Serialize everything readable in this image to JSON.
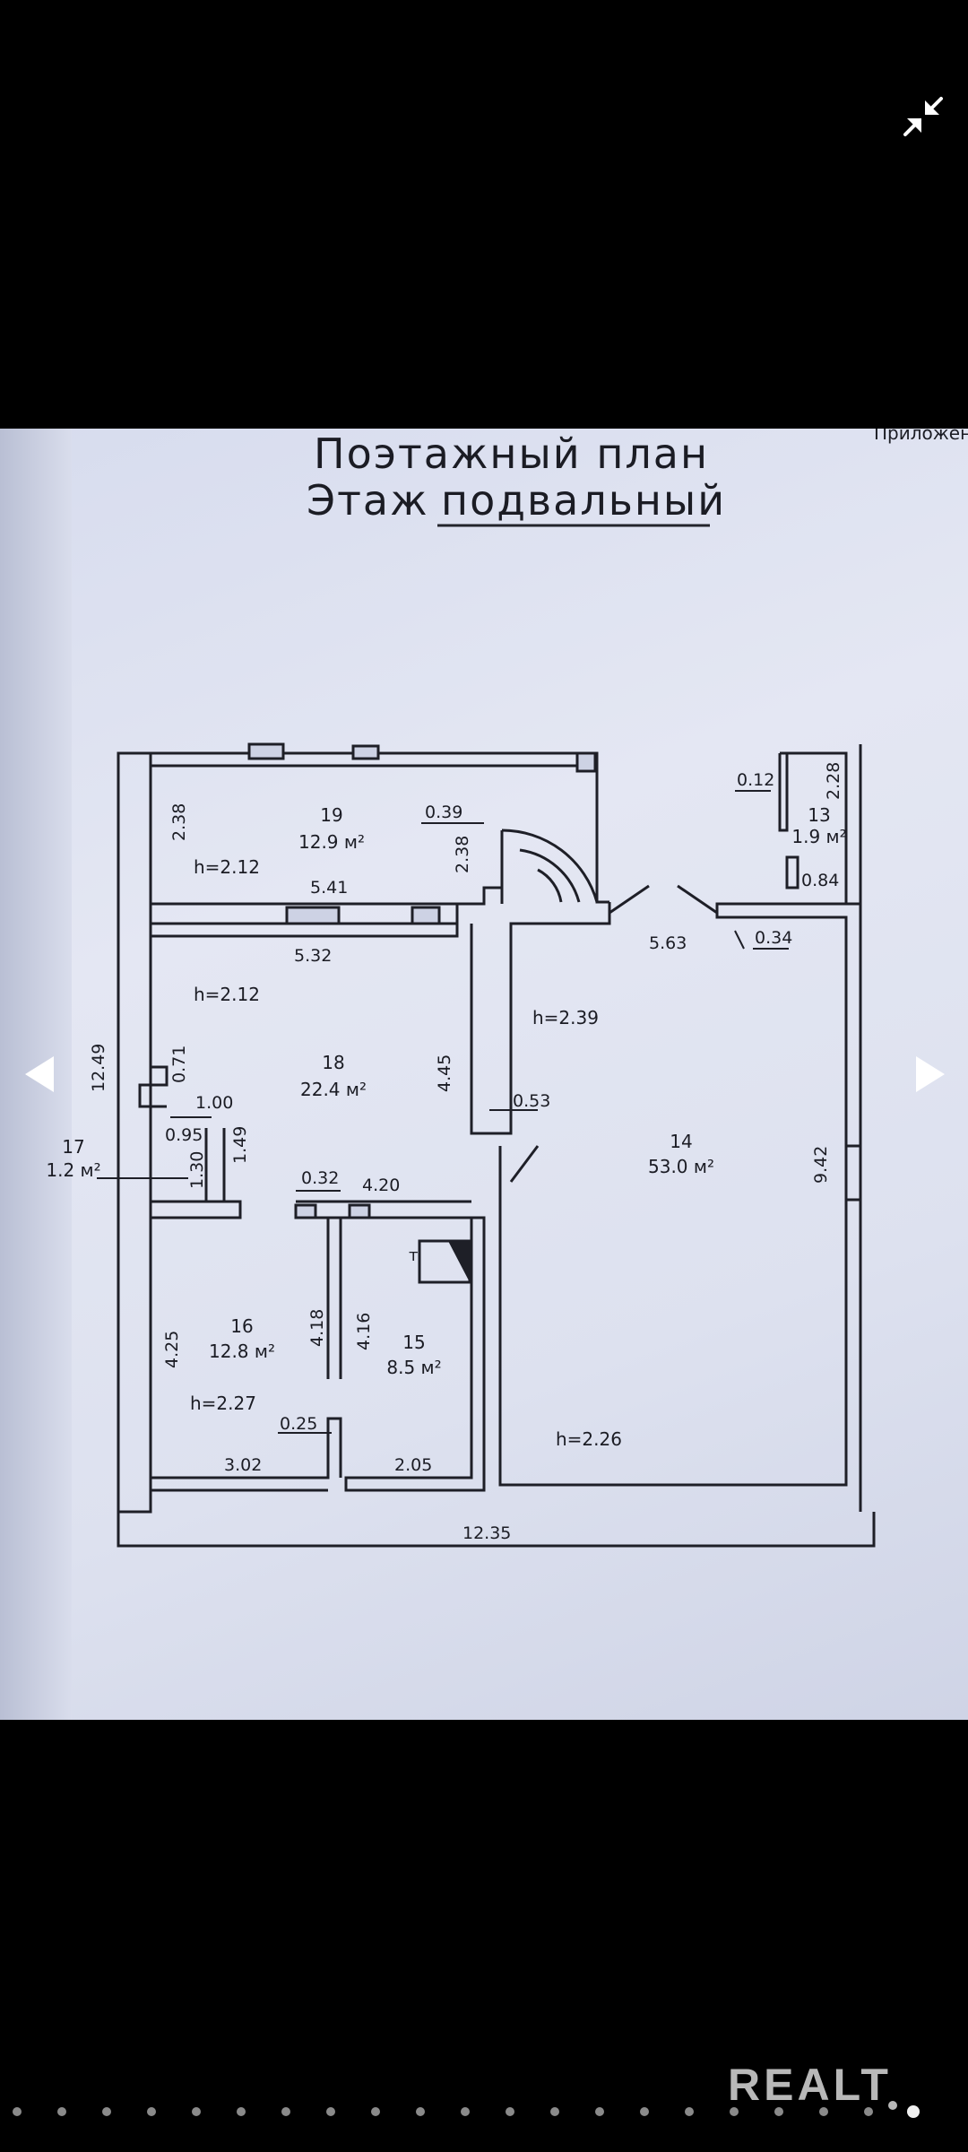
{
  "viewer": {
    "collapse_icon": "collapse-arrows-icon",
    "prev_icon": "triangle-left-icon",
    "next_icon": "triangle-right-icon",
    "dots_count": 21,
    "active_dot": 20,
    "watermark": "REALT"
  },
  "document": {
    "corner_text": "Приложен",
    "title_line1": "Поэтажный план",
    "title_line2_prefix": "Этаж",
    "title_line2_value": "подвальный"
  },
  "plan": {
    "rooms": [
      {
        "number": "19",
        "area": "12.9 м²"
      },
      {
        "number": "18",
        "area": "22.4 м²"
      },
      {
        "number": "17",
        "area": "1.2 м²"
      },
      {
        "number": "16",
        "area": "12.8 м²"
      },
      {
        "number": "15",
        "area": "8.5 м²"
      },
      {
        "number": "14",
        "area": "53.0 м²"
      },
      {
        "number": "13",
        "area": "1.9 м²"
      }
    ],
    "heights": [
      "h=2.12",
      "h=2.12",
      "h=2.39",
      "h=2.27",
      "h=2.26"
    ],
    "dimensions": [
      "2.38",
      "0.39",
      "2.38",
      "5.41",
      "5.32",
      "4.45",
      "0.53",
      "0.71",
      "1.00",
      "0.95",
      "1.30",
      "1.49",
      "12.49",
      "0.32",
      "4.20",
      "4.25",
      "4.18",
      "4.16",
      "0.25",
      "3.02",
      "2.05",
      "12.35",
      "0.12",
      "2.28",
      "0.84",
      "5.63",
      "0.34",
      "9.42"
    ],
    "stair_mark": "т"
  }
}
